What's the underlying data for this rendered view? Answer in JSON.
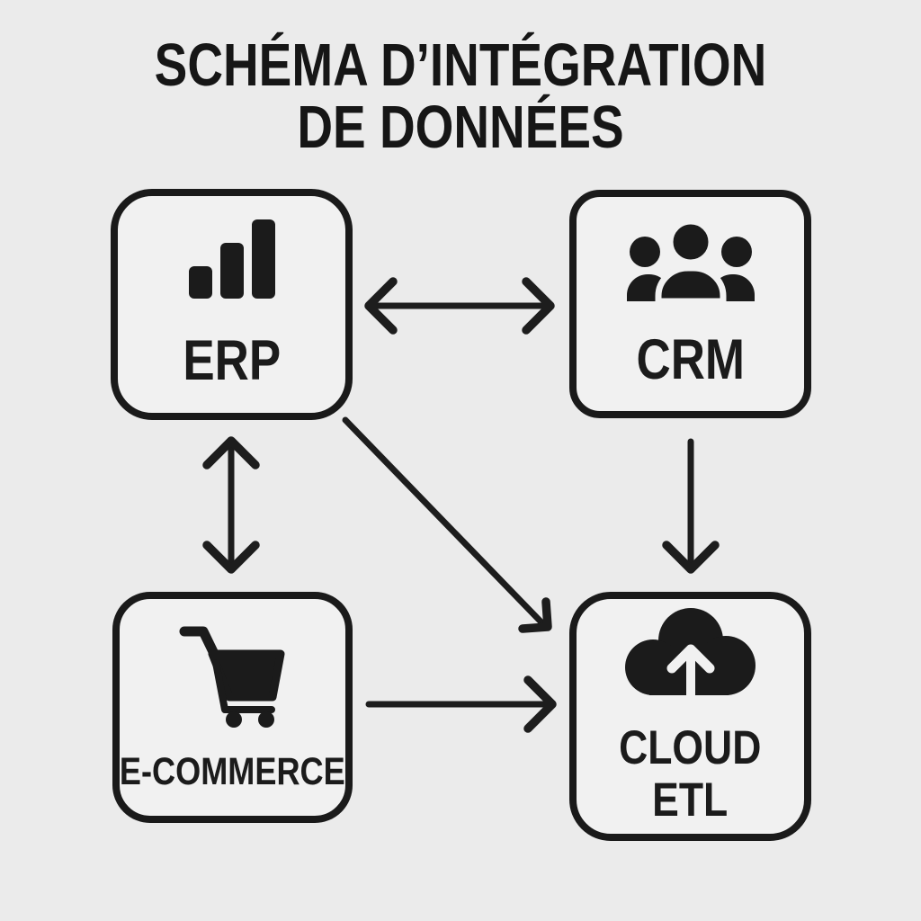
{
  "title": {
    "line1": "SCHÉMA D’INTÉGRATION",
    "line2": "DE DONNÉES",
    "full": "SCHÉMA D’INTÉGRATION DE DONNÉES"
  },
  "nodes": [
    {
      "id": "erp",
      "label": "ERP",
      "icon": "bar-chart-icon"
    },
    {
      "id": "crm",
      "label": "CRM",
      "icon": "users-icon"
    },
    {
      "id": "ecommerce",
      "label": "E-COMMERCE",
      "icon": "shopping-cart-icon"
    },
    {
      "id": "cloud-etl",
      "label": "CLOUD ETL",
      "label_lines": [
        "CLOUD",
        "ETL"
      ],
      "icon": "cloud-upload-icon"
    }
  ],
  "edges": [
    {
      "from": "ERP",
      "to": "CRM",
      "direction": "bidirectional"
    },
    {
      "from": "ERP",
      "to": "E-COMMERCE",
      "direction": "bidirectional"
    },
    {
      "from": "CRM",
      "to": "CLOUD ETL",
      "direction": "one-way"
    },
    {
      "from": "ERP",
      "to": "CLOUD ETL",
      "direction": "one-way"
    },
    {
      "from": "E-COMMERCE",
      "to": "CLOUD ETL",
      "direction": "one-way"
    }
  ],
  "colors": {
    "background": "#ebebeb",
    "node_fill": "#f1f1f1",
    "ink": "#1b1b1b"
  }
}
